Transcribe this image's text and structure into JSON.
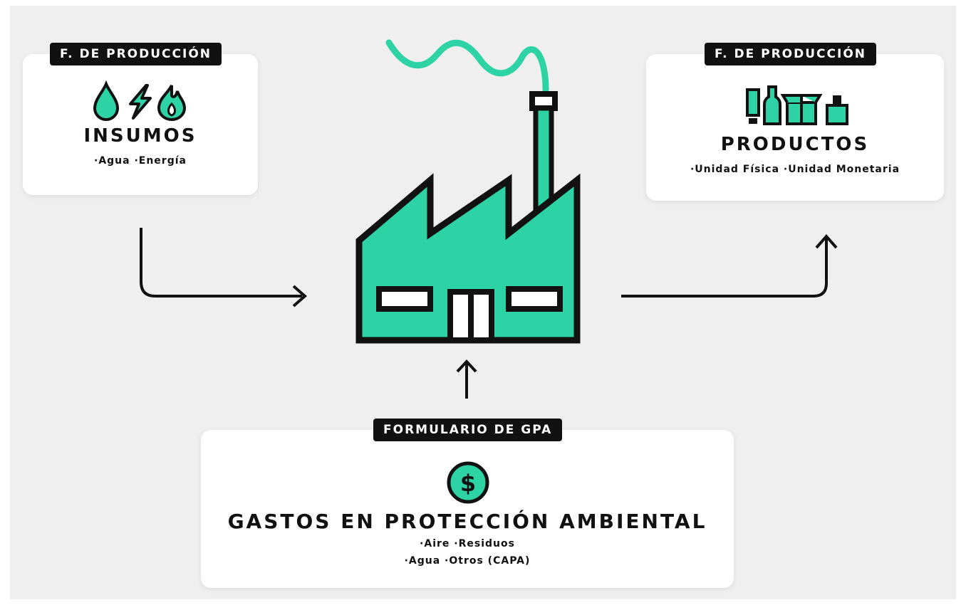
{
  "colors": {
    "accent": "#2ed3a5",
    "ink": "#111111",
    "background": "#efefef",
    "card": "#ffffff"
  },
  "left_card": {
    "tag": "F. DE PRODUCCIÓN",
    "title": "INSUMOS",
    "items": "·Agua ·Energía",
    "icons": [
      "water-drop-icon",
      "lightning-icon",
      "flame-icon"
    ]
  },
  "right_card": {
    "tag": "F. DE PRODUCCIÓN",
    "title": "PRODUCTOS",
    "items": "·Unidad Física ·Unidad Monetaria",
    "icons": [
      "tube-icon",
      "bottle-icon",
      "box-icon",
      "perfume-icon"
    ]
  },
  "bottom_card": {
    "tag": "FORMULARIO DE GPA",
    "title": "GASTOS EN PROTECCIÓN AMBIENTAL",
    "items_line1": "·Aire ·Residuos",
    "items_line2": "·Agua ·Otros (CAPA)",
    "icons": [
      "dollar-coin-icon"
    ]
  },
  "center": {
    "icons": [
      "factory-icon",
      "smoke-icon"
    ]
  }
}
